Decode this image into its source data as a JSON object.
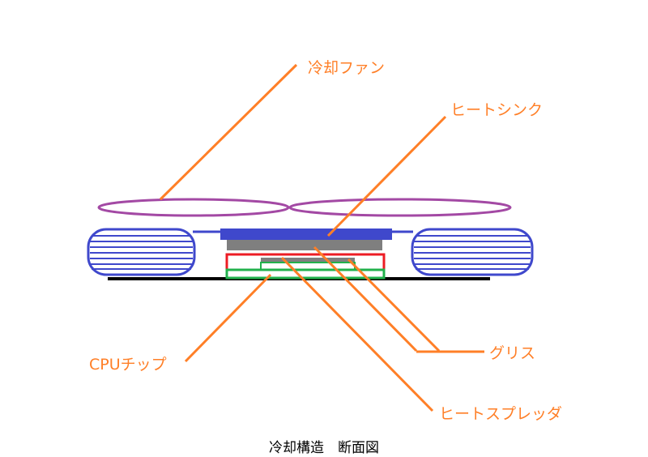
{
  "labels": {
    "fan": "冷却ファン",
    "heatsink": "ヒートシンク",
    "grease": "グリス",
    "cpu": "CPUチップ",
    "spreader": "ヒートスプレッダ"
  },
  "caption": "冷却構造　断面図",
  "colors": {
    "leader": "#ff7f27",
    "fan": "#a349a4",
    "heatsink": "#3f48cc",
    "grease": "#7f7f7f",
    "spreader": "#ed1c24",
    "cpu": "#22b14c",
    "board": "#000000"
  }
}
